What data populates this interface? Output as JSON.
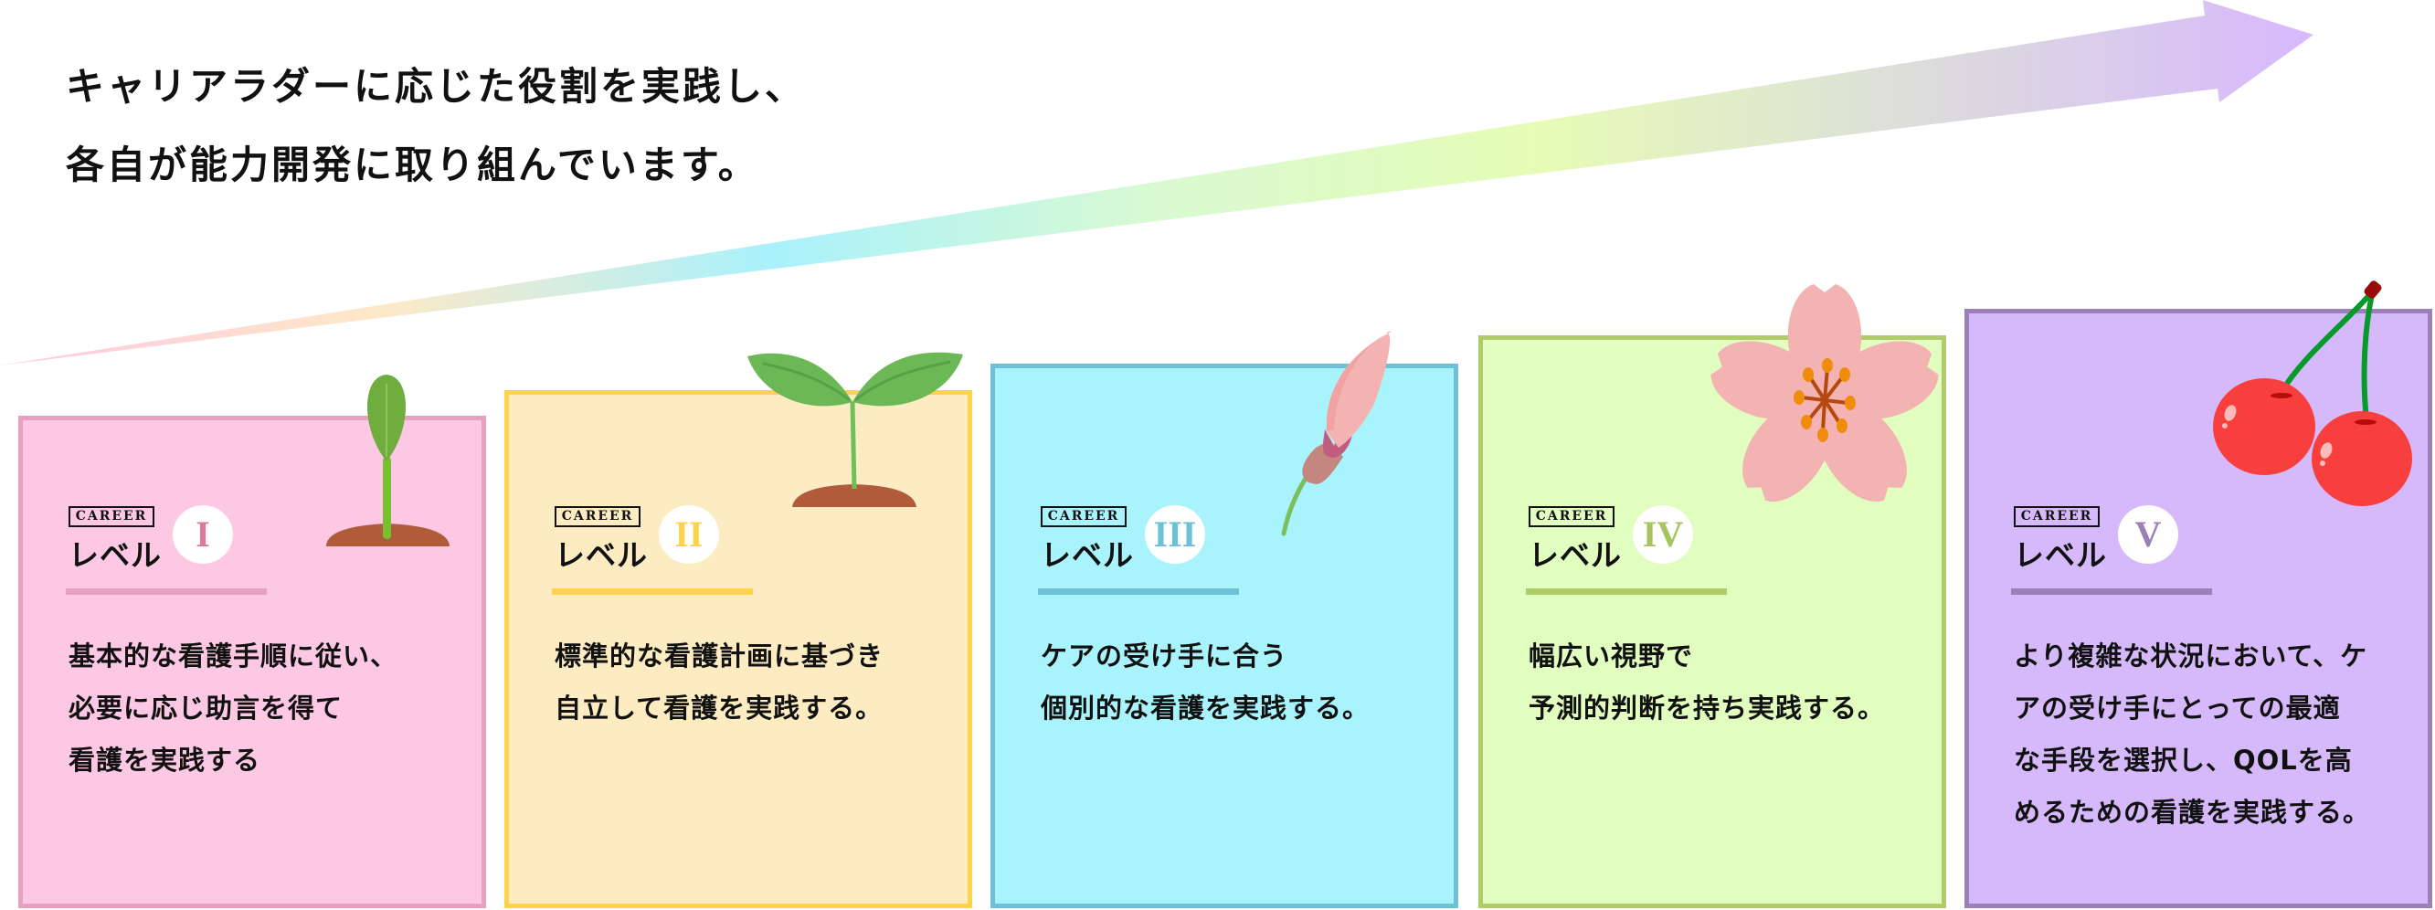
{
  "headline": {
    "lines": [
      "キャリアラダーに応じた役割を実践し、",
      "各自が能力開発に取り組んでいます。"
    ]
  },
  "arrow": {
    "gradient": [
      "#ffc7e2",
      "#fde9c8",
      "#a9f1fc",
      "#d9fad2",
      "#e6fcb6",
      "#dcdcdc",
      "#d7b8fd"
    ]
  },
  "levels": [
    {
      "career": "CAREER",
      "label": "レベル",
      "numeral": "I",
      "icon": "sprout-icon",
      "bg": "#fdc8e3",
      "border": "#e6a1c0",
      "accent": "#e0779f",
      "lines": [
        "基本的な看護手順に従い、",
        "必要に応じ助言を得て",
        "看護を実践する"
      ]
    },
    {
      "career": "CAREER",
      "label": "レベル",
      "numeral": "II",
      "icon": "seedling-icon",
      "bg": "#fdecc2",
      "border": "#fdd34c",
      "accent": "#fdd34c",
      "lines": [
        "標準的な看護計画に基づき",
        "自立して看護を実践する。"
      ]
    },
    {
      "career": "CAREER",
      "label": "レベル",
      "numeral": "III",
      "icon": "flower-bud-icon",
      "bg": "#a9f4fc",
      "border": "#6dc1d7",
      "accent": "#6dc1d7",
      "lines": [
        "ケアの受け手に合う",
        "個別的な看護を実践する。"
      ]
    },
    {
      "career": "CAREER",
      "label": "レベル",
      "numeral": "IV",
      "icon": "cherry-blossom-icon",
      "bg": "#e1fdc0",
      "border": "#b0cc68",
      "accent": "#a7c460",
      "lines": [
        "幅広い視野で",
        "予測的判断を持ち実践する。"
      ]
    },
    {
      "career": "CAREER",
      "label": "レベル",
      "numeral": "V",
      "icon": "cherries-icon",
      "bg": "#d6b9fb",
      "border": "#9b80b7",
      "accent": "#9b80b7",
      "lines": [
        "より複雑な状況において、ケ",
        "アの受け手にとっての最適",
        "な手段を選択し、QOLを高",
        "めるための看護を実践する。"
      ]
    }
  ]
}
